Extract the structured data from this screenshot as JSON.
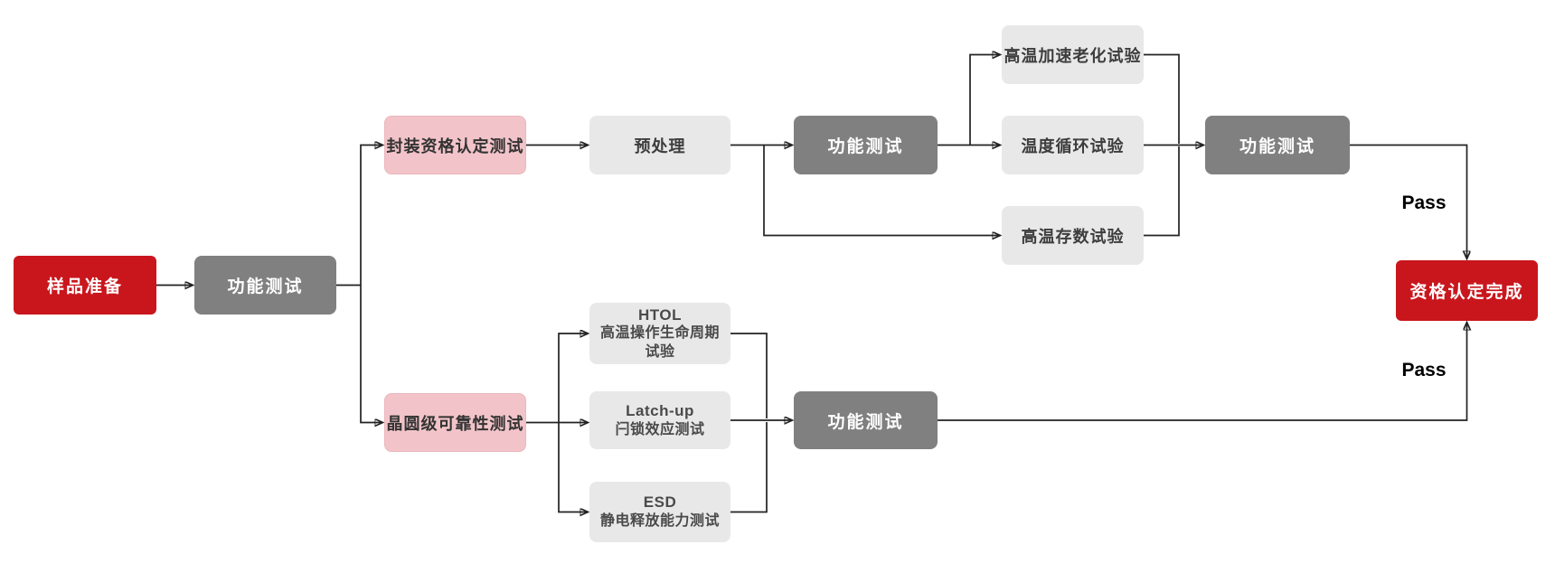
{
  "colors": {
    "red": "#c9161d",
    "dark_gray": "#808080",
    "light_gray": "#e8e8e8",
    "pink": "#f2c4c9",
    "line": "#222222"
  },
  "labels": {
    "pass": "Pass"
  },
  "nodes": {
    "sample_prep": {
      "label": "样品准备"
    },
    "func_test_1": {
      "label": "功能测试"
    },
    "pkg_qual": {
      "label": "封装资格认定测试"
    },
    "preprocess": {
      "label": "预处理"
    },
    "func_test_2": {
      "label": "功能测试"
    },
    "burn_in": {
      "label": "高温加速老化试验"
    },
    "temp_cycle": {
      "label": "温度循环试验"
    },
    "ht_storage": {
      "label": "高温存数试验"
    },
    "func_test_3": {
      "label": "功能测试"
    },
    "qual_complete": {
      "label": "资格认定完成"
    },
    "wafer_reliability": {
      "label": "晶圆级可靠性测试"
    },
    "htol": {
      "title": "HTOL",
      "line1": "高温操作生命周期",
      "line2": "试验"
    },
    "latch_up": {
      "title": "Latch-up",
      "line1": "闩锁效应测试"
    },
    "esd": {
      "title": "ESD",
      "line1": "静电释放能力测试"
    }
  }
}
